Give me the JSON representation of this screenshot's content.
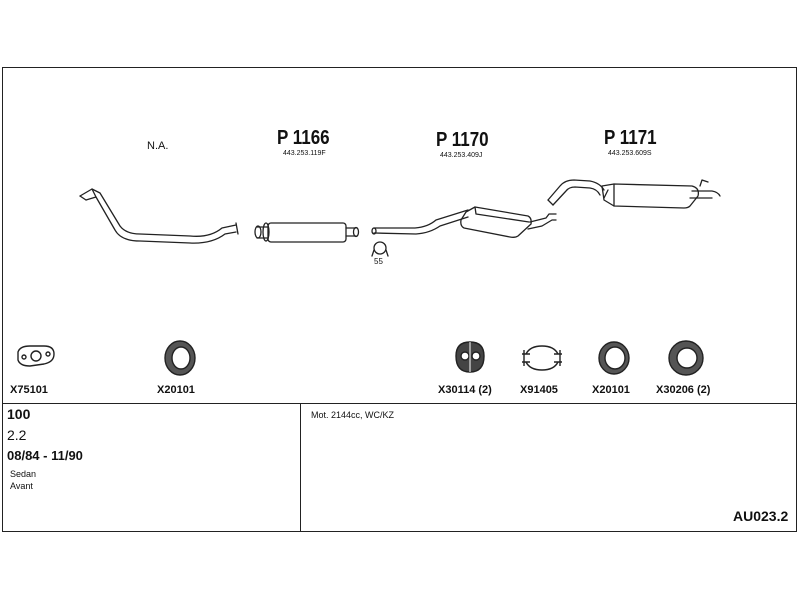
{
  "parts": [
    {
      "label": "N.A.",
      "oe": ""
    },
    {
      "label": "P 1166",
      "oe": "443.253.119F"
    },
    {
      "label": "P 1170",
      "oe": "443.253.409J"
    },
    {
      "label": "P 1171",
      "oe": "443.253.609S"
    }
  ],
  "clamp_size": "55",
  "accessories": [
    {
      "label": "X75101",
      "icon": "gasket-icon"
    },
    {
      "label": "X20101",
      "icon": "ring-icon"
    },
    {
      "label": "X30114 (2)",
      "icon": "rubber-mount-icon"
    },
    {
      "label": "X91405",
      "icon": "clamp-icon"
    },
    {
      "label": "X20101",
      "icon": "ring-icon"
    },
    {
      "label": "X30206 (2)",
      "icon": "ring-icon"
    }
  ],
  "vehicle": {
    "model": "100",
    "engine": "2.2",
    "years": "08/84 - 11/90",
    "body_types": [
      "Sedan",
      "Avant"
    ]
  },
  "notes": "Mot. 2144cc, WC/KZ",
  "diagram_code": "AU023.2",
  "colors": {
    "line": "#222222"
  }
}
